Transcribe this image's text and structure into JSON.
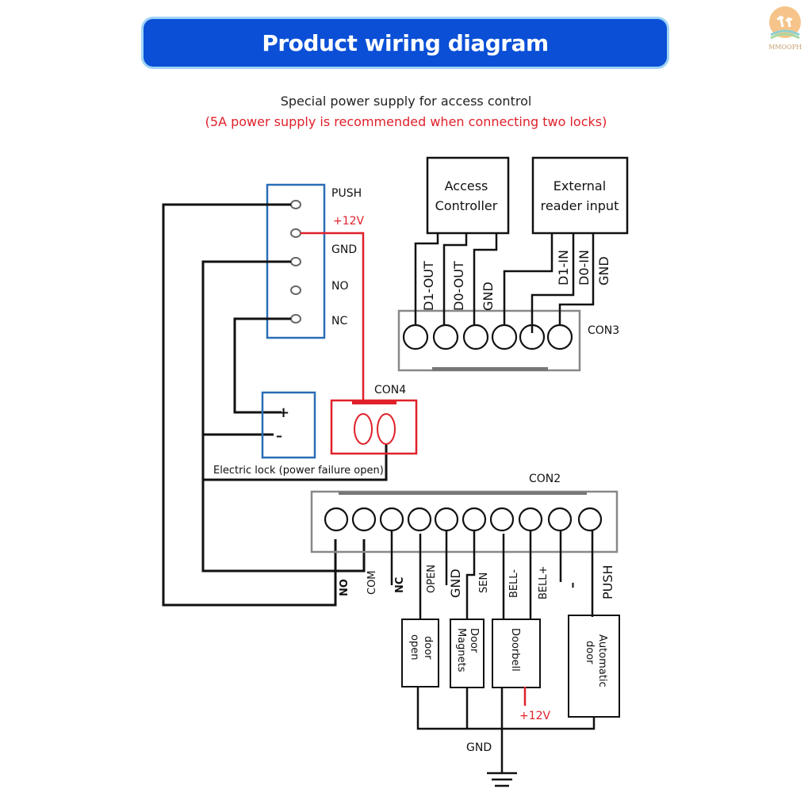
{
  "banner": {
    "title": "Product wiring diagram",
    "bg_color": "#0a4fd6"
  },
  "logo": {
    "text": "MMOOPH",
    "icon": "book-children-logo-icon"
  },
  "header": {
    "subtitle": "Special power supply for access control",
    "note": "(5A power supply is recommended when connecting two locks)",
    "note_color": "#e0202a"
  },
  "power_terminal": {
    "pins": [
      "PUSH",
      "+12V",
      "GND",
      "NO",
      "NC"
    ],
    "border_color": "#2a6db5"
  },
  "access_controller": {
    "line1": "Access",
    "line2": "Controller"
  },
  "external_reader": {
    "line1": "External",
    "line2": "reader input"
  },
  "con3": {
    "label": "CON3",
    "wire_labels": [
      "D1-OUT",
      "D0-OUT",
      "GND",
      "D1-IN",
      "D0-IN",
      "GND"
    ]
  },
  "con4": {
    "label": "CON4",
    "color": "#e0202a"
  },
  "electric_lock": {
    "caption": "Electric lock (power failure open)",
    "plus": "+",
    "minus": "–"
  },
  "con2": {
    "label": "CON2",
    "pins": [
      "NO",
      "COM",
      "NC",
      "OPEN",
      "GND",
      "SEN",
      "BELL-",
      "BELL+",
      "–",
      "PUSH"
    ]
  },
  "devices": {
    "door_open": {
      "line1": "door",
      "line2": "open"
    },
    "door_magnets": {
      "line1": "Door",
      "line2": "Magnets"
    },
    "doorbell": {
      "line1": "Doorbell"
    },
    "automatic_door": {
      "line1": "Automatic",
      "line2": "door"
    }
  },
  "doorbell_supply": "+12V",
  "ground_label": "GND"
}
